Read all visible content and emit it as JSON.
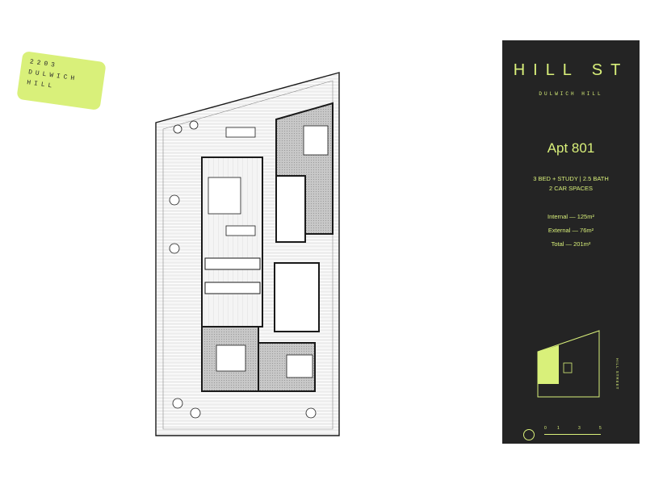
{
  "stamp": {
    "lines": [
      "2203",
      "DULWICH",
      "HILL"
    ]
  },
  "panel": {
    "brand": "HILL ST",
    "suburb": "DULWICH HILL",
    "apartment": "Apt 801",
    "config_line1": "3 BED + STUDY  |  2.5 BATH",
    "config_line2": "2 CAR SPACES",
    "internal": "Internal — 125m²",
    "external": "External — 76m²",
    "total": "Total — 201m²",
    "street_label": "HILL STREET",
    "scale_labels": [
      "0",
      "1",
      "3",
      "5"
    ]
  },
  "colors": {
    "accent": "#d9f07a",
    "panel_bg": "#242424",
    "wall": "#1a1a1a"
  }
}
